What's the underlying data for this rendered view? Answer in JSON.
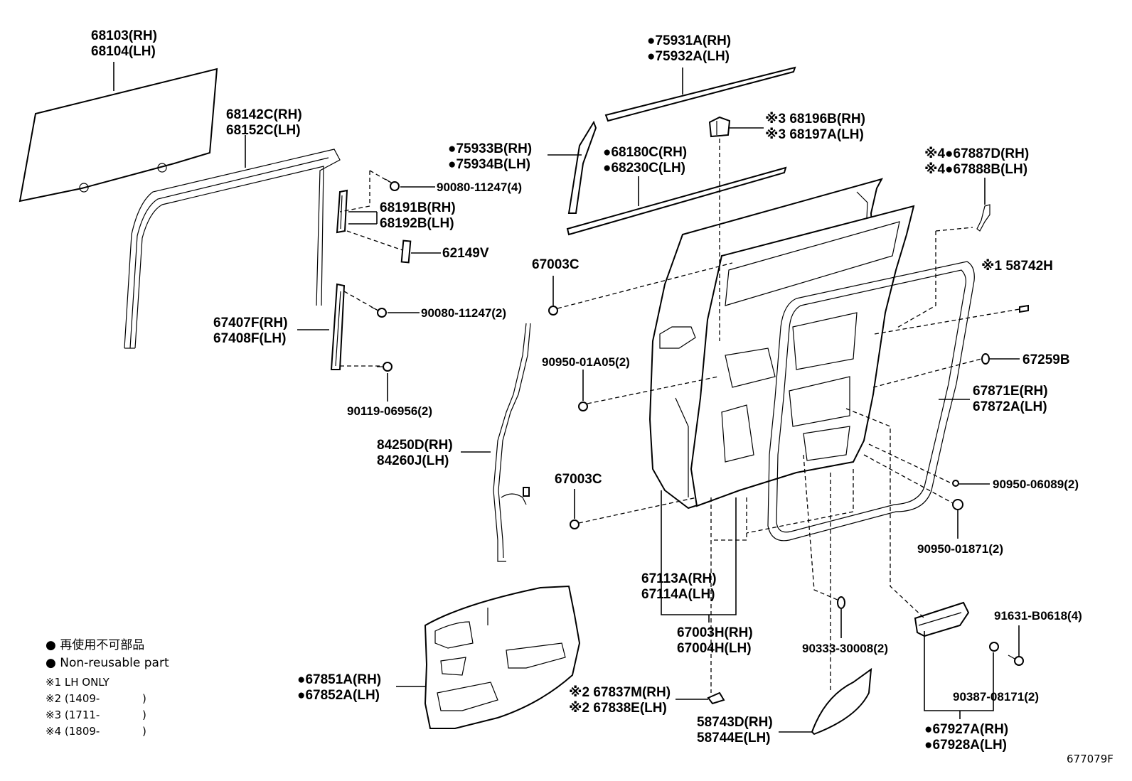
{
  "labels": {
    "l68103": "68103(RH)",
    "l68104": "68104(LH)",
    "l68142": "68142C(RH)",
    "l68152": "68152C(LH)",
    "l90080a": "90080-11247(4)",
    "l68191": "68191B(RH)",
    "l68192": "68192B(LH)",
    "l62149": "62149V",
    "l90080b": "90080-11247(2)",
    "l67407": "67407F(RH)",
    "l67408": "67408F(LH)",
    "l90119": "90119-06956(2)",
    "l84250": "84250D(RH)",
    "l84260": "84260J(LH)",
    "l75931": "●75931A(RH)",
    "l75932": "●75932A(LH)",
    "l75933": "●75933B(RH)",
    "l75934": "●75934B(LH)",
    "l68180": "●68180C(RH)",
    "l68230": "●68230C(LH)",
    "l68196": "※3 68196B(RH)",
    "l68197": "※3 68197A(LH)",
    "l67887": "※4●67887D(RH)",
    "l67888": "※4●67888B(LH)",
    "l58742": "※1 58742H",
    "l67003c1": "67003C",
    "l90950a": "90950-01A05(2)",
    "l67003c2": "67003C",
    "l67259": "67259B",
    "l67871": "67871E(RH)",
    "l67872": "67872A(LH)",
    "l90950b": "90950-06089(2)",
    "l90950c": "90950-01871(2)",
    "l67113": "67113A(RH)",
    "l67114": "67114A(LH)",
    "l67003h": "67003H(RH)",
    "l67004h": "67004H(LH)",
    "l90333": "90333-30008(2)",
    "l91631": "91631-B0618(4)",
    "l90387": "90387-08171(2)",
    "l67851": "●67851A(RH)",
    "l67852": "●67852A(LH)",
    "l67837": "※2 67837M(RH)",
    "l67838": "※2 67838E(LH)",
    "l58743": "58743D(RH)",
    "l58744": "58744E(LH)",
    "l67927": "●67927A(RH)",
    "l67928": "●67928A(LH)"
  },
  "legend": {
    "jp": "● 再使用不可部品",
    "en": "● Non-reusable part",
    "n1": "※1 LH ONLY",
    "n2": "※2 (1409-",
    "n3": "※3 (1711-",
    "n4": "※4 (1809-",
    "close": ")"
  },
  "figure_id": "677079F"
}
